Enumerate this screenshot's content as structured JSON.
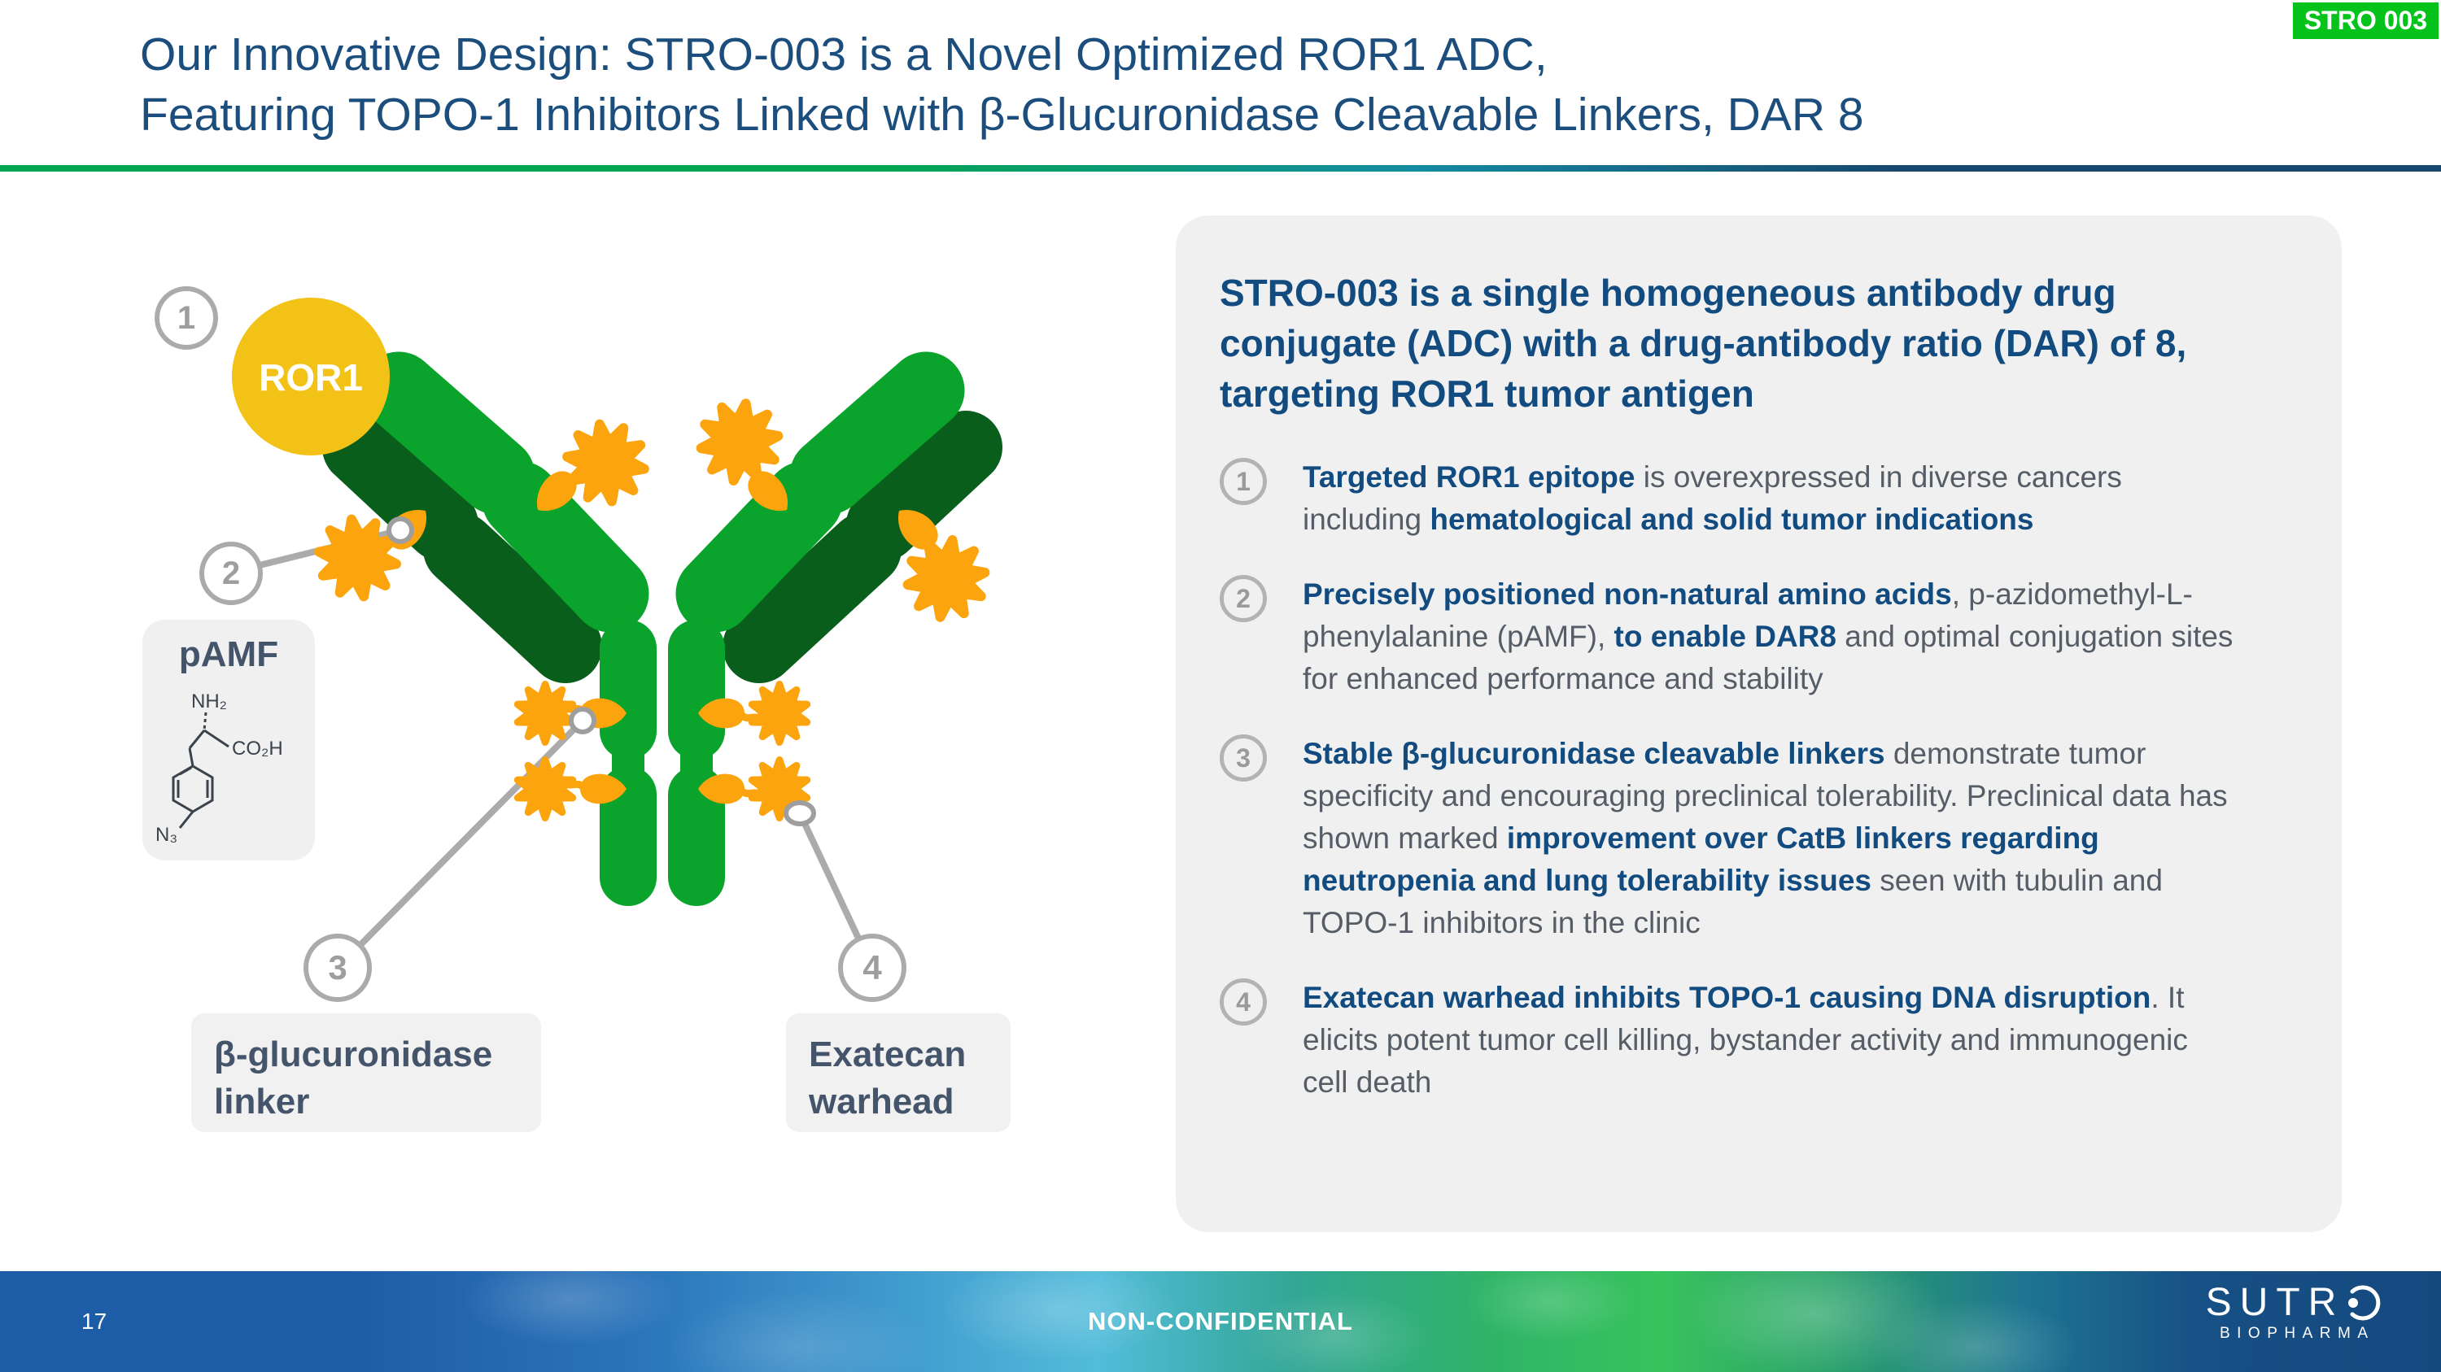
{
  "badge": {
    "label": "STRO 003",
    "bg_color": "#06C31C"
  },
  "title": {
    "line1": "Our Innovative Design: STRO-003 is a Novel Optimized ROR1 ADC,",
    "line2": "Featuring TOPO-1 Inhibitors Linked with β-Glucuronidase Cleavable Linkers, DAR 8",
    "color": "#1C4E7D"
  },
  "diagram": {
    "ror1_label": "ROR1",
    "callouts": [
      "1",
      "2",
      "3",
      "4"
    ],
    "pamf": {
      "title": "pAMF",
      "amine_label": "NH₂",
      "acid_label": "CO₂H",
      "azide_label": "N₃"
    },
    "linker_label": {
      "line1": "β-glucuronidase",
      "line2": "linker"
    },
    "warhead_label": {
      "line1": "Exatecan",
      "line2": "warhead"
    },
    "colors": {
      "heavy_chain_green": "#0AA32B",
      "light_chain_dark_green": "#095E1B",
      "payload_orange": "#FCA40D",
      "ror1_gold": "#F3C216",
      "callout_gray": "#ABABAB"
    }
  },
  "panel": {
    "heading": "STRO-003 is a single homogeneous antibody drug conjugate (ADC) with a drug-antibody ratio (DAR) of 8, targeting ROR1 tumor antigen",
    "bullets": [
      {
        "num": "1",
        "segments": [
          {
            "text": "Targeted ROR1 epitope ",
            "bold": true
          },
          {
            "text": "is overexpressed in diverse cancers including ",
            "bold": false
          },
          {
            "text": "hematological and solid tumor indications",
            "bold": true
          }
        ]
      },
      {
        "num": "2",
        "segments": [
          {
            "text": "Precisely positioned non-natural amino acids",
            "bold": true
          },
          {
            "text": ", p-azidomethyl-L-phenylalanine (pAMF), ",
            "bold": false
          },
          {
            "text": "to enable DAR8",
            "bold": true
          },
          {
            "text": " and optimal conjugation sites for enhanced performance and stability",
            "bold": false
          }
        ]
      },
      {
        "num": "3",
        "segments": [
          {
            "text": "Stable β-glucuronidase cleavable linkers ",
            "bold": true
          },
          {
            "text": "demonstrate tumor specificity and encouraging preclinical tolerability. Preclinical data has shown marked ",
            "bold": false
          },
          {
            "text": "improvement over CatB linkers regarding neutropenia and lung tolerability issues",
            "bold": true
          },
          {
            "text": " seen with tubulin and TOPO-1 inhibitors in the clinic",
            "bold": false
          }
        ]
      },
      {
        "num": "4",
        "segments": [
          {
            "text": "Exatecan warhead inhibits TOPO-1 causing DNA disruption",
            "bold": true
          },
          {
            "text": ". It elicits potent tumor cell killing, bystander activity and immunogenic cell death",
            "bold": false
          }
        ]
      }
    ]
  },
  "footer": {
    "page_number": "17",
    "classification": "NON-CONFIDENTIAL",
    "logo_word": "SUTR",
    "logo_tagline": "BIOPHARMA"
  }
}
